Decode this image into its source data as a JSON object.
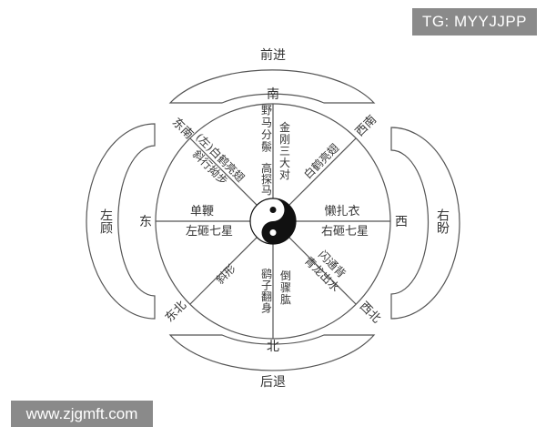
{
  "watermarks": {
    "top": "TG: MYYJJPP",
    "bottom": "www.zjgmft.com"
  },
  "bands": {
    "top": "前进",
    "bottom": "后退",
    "left": "左顾",
    "right": "右盼"
  },
  "directions": {
    "south": "南",
    "north": "北",
    "east": "东",
    "west": "西",
    "southeast": "东南",
    "southwest": "西南",
    "northeast": "东北",
    "northwest": "西北"
  },
  "moves": {
    "top_left_col": "野马分鬃",
    "top_mid_col": "高探马",
    "top_right_col": "金刚三大对",
    "ne_diag_1": "(左)白鹤亮翅",
    "ne_diag_2": "斜行拗步",
    "nw_diag": "白鹤亮翅",
    "left_upper": "单鞭",
    "left_lower": "左砸七星",
    "right_upper": "懒扎衣",
    "right_lower": "右砸七星",
    "sw_diag": "斜形",
    "bottom_left_col": "鹞子翻身",
    "bottom_right_col": "倒骤肱",
    "se_diag_1": "闪通背",
    "se_diag_2": "青龙出水"
  },
  "colors": {
    "line": "#555555",
    "text": "#333333",
    "yin": "#111111",
    "yang": "#ffffff"
  }
}
